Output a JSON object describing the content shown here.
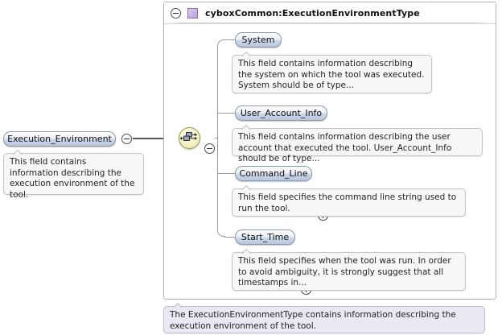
{
  "diagram": {
    "type": "xml-schema-element-tree",
    "background": "#ffffff"
  },
  "root_element": {
    "name": "Execution_Environment",
    "expander": "minus",
    "annotation": "This field contains information describing the execution environment of the tool."
  },
  "compositor": {
    "kind": "sequence",
    "icon": "sequence-icon",
    "expander": "minus"
  },
  "type_box": {
    "expander": "minus",
    "icon": "complex-type-icon",
    "title": "cyboxCommon:ExecutionEnvironmentType",
    "children": [
      {
        "name": "System",
        "expander": "plus",
        "annotation": "This field contains information describing the system on which the tool was executed. System should be of type..."
      },
      {
        "name": "User_Account_Info",
        "expander": "plus",
        "annotation": "This field contains information describing the user account that executed the tool. User_Account_Info should be of type..."
      },
      {
        "name": "Command_Line",
        "expander": "plus",
        "annotation": "This field specifies the command line string used to run the tool."
      },
      {
        "name": "Start_Time",
        "expander": "plus",
        "annotation": "This field specifies when the tool was run. In order to avoid ambiguity, it is strongly suggest that all timestamps in..."
      }
    ]
  },
  "type_annotation": "The ExecutionEnvironmentType contains information describing the execution environment of the tool.",
  "colors": {
    "node_border": "#8d99ad",
    "node_fill_top": "#fdfdfe",
    "node_fill_bottom": "#b9c6de",
    "callout_bg": "#f7f7f7",
    "callout_border": "#c4c4c4",
    "type_note_bg": "#e9e8f3",
    "complex_type_swatch": "#b39ddb",
    "sequence_icon_bg": "#f4f2c8",
    "connector": "#6e6e6e"
  }
}
